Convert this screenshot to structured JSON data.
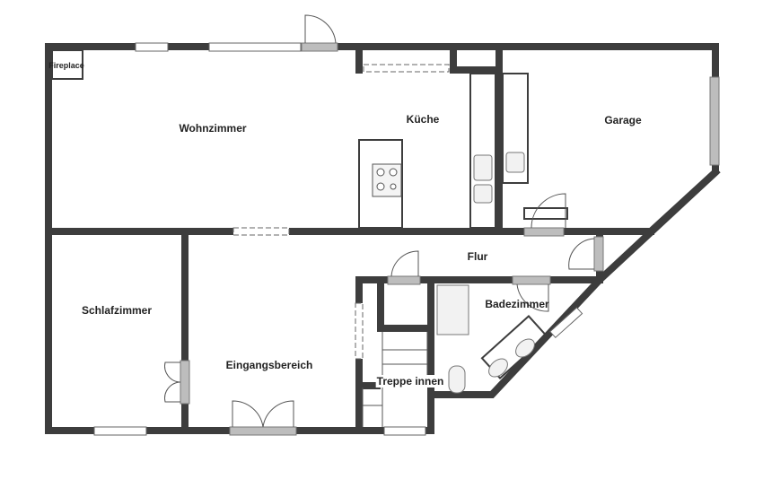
{
  "floorplan": {
    "colors": {
      "wall": "#3d3d3d",
      "door": "#bdbdbd",
      "window": "#ffffff",
      "line": "#555555"
    },
    "rooms": [
      {
        "id": "wohnzimmer",
        "label": "Wohnzimmer"
      },
      {
        "id": "kueche",
        "label": "Küche"
      },
      {
        "id": "garage",
        "label": "Garage"
      },
      {
        "id": "flur",
        "label": "Flur"
      },
      {
        "id": "schlafzimmer",
        "label": "Schlafzimmer"
      },
      {
        "id": "eingangsbereich",
        "label": "Eingangsbereich"
      },
      {
        "id": "badezimmer",
        "label": "Badezimmer"
      },
      {
        "id": "treppe",
        "label": "Treppe innen"
      }
    ],
    "fixtures": [
      {
        "id": "fireplace",
        "label": "Fireplace"
      }
    ]
  }
}
